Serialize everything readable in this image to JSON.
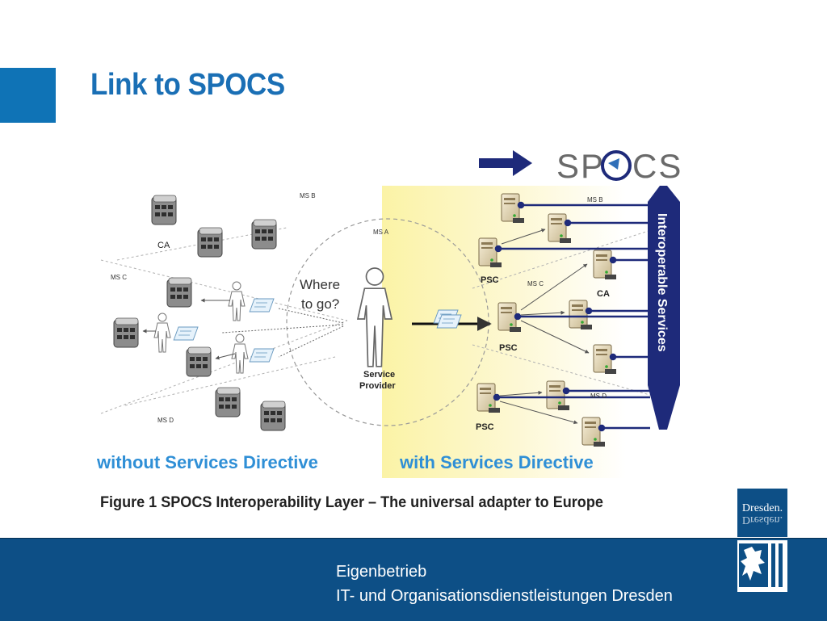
{
  "slide": {
    "title": "Link to SPOCS"
  },
  "diagram": {
    "spocs_logo": "SPOCS",
    "left": {
      "heading": "without Services Directive",
      "labels": {
        "ms_b": "MS B",
        "ms_a": "MS A",
        "ms_c": "MS C",
        "ms_d": "MS D",
        "ca": "CA"
      },
      "question_line1": "Where",
      "question_line2": "to go?",
      "provider_line1": "Service",
      "provider_line2": "Provider"
    },
    "right": {
      "heading": "with Services Directive",
      "labels": {
        "ms_b": "MS B",
        "ms_c": "MS C",
        "ms_d": "MS D",
        "ca": "CA",
        "psc": "PSC"
      },
      "banner": "Interoperable Services"
    },
    "caption": "Figure 1 SPOCS Interoperability Layer – The universal adapter to Europe"
  },
  "footer": {
    "line1": "Eigenbetrieb",
    "line2": "IT- und Organisationsdienstleistungen Dresden"
  },
  "logo": {
    "word": "Dresden."
  },
  "colors": {
    "accent": "#0f73b6",
    "footer": "#0d4f86",
    "banner": "#1e2a7a",
    "heading_text": "#1a6fb5"
  }
}
